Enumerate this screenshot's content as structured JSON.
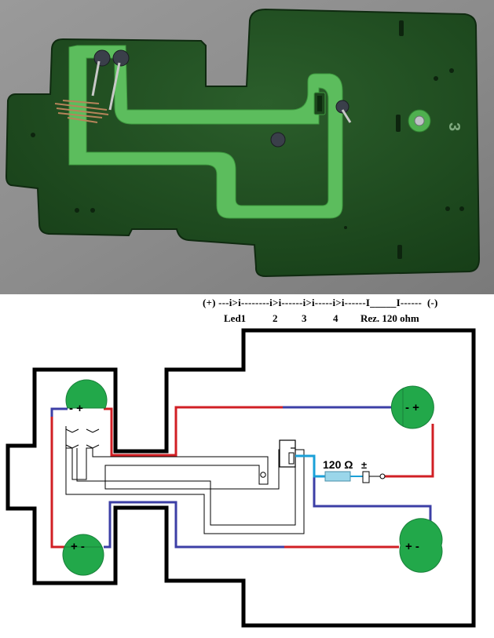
{
  "photo": {
    "board_marking": "3",
    "colors": {
      "background": "#8a8a8a",
      "board": "#1e4a1f",
      "trace": "#58b85a"
    }
  },
  "formula": {
    "text": "(+) ---i>i--------i>i------i>i-----i>i------I_____I------  (-)",
    "labels": {
      "led1": "Led1",
      "led2": "2",
      "led3": "3",
      "led4": "4",
      "resistor": "Rez. 120 ohm"
    }
  },
  "diagram": {
    "leds": [
      {
        "id": "led-top-left",
        "text": "- +"
      },
      {
        "id": "led-bottom-left",
        "text": "+ -"
      },
      {
        "id": "led-top-right",
        "text": "- +"
      },
      {
        "id": "led-bottom-right",
        "text": "+ -"
      }
    ],
    "resistor_label": "120 Ω",
    "connector_label": "±",
    "colors": {
      "outline": "#000000",
      "positive": "#d11f24",
      "negative": "#3c3fa6",
      "led_fill": "#22a84a",
      "resistor": "#9ad6ea",
      "resistor_wire": "#1aa0d8"
    }
  }
}
